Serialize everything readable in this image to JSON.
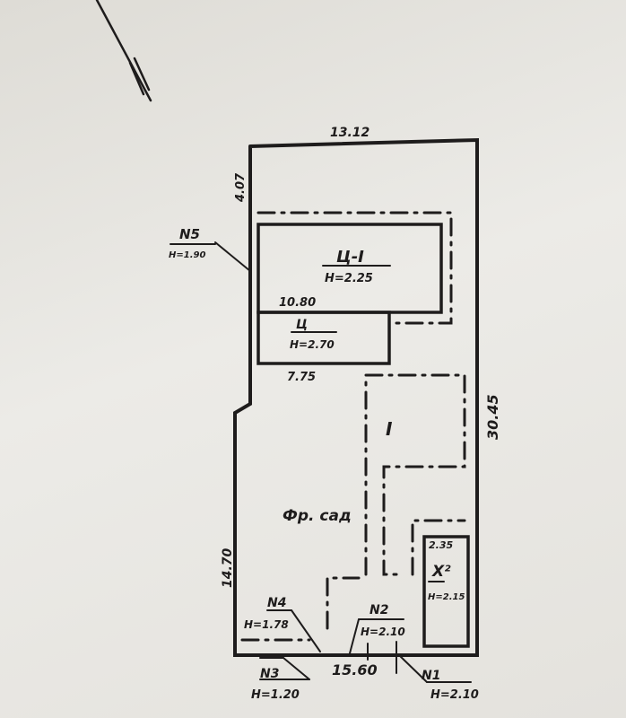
{
  "plan": {
    "top_dimension": "13.12",
    "left_top_dimension": "4.07",
    "right_dimension": "30.45",
    "left_bottom_dimension": "14.70",
    "bottom_dimension": "15.60",
    "buildings": [
      {
        "label": "Ц-I",
        "height": "H=2.25",
        "length": "10.80"
      },
      {
        "label": "Ц",
        "height": "H=2.70",
        "length": "7.75"
      },
      {
        "label": "Х²",
        "height": "H=2.15",
        "length": "2.35"
      }
    ],
    "zone_label": "I",
    "garden_label": "Фр. сад",
    "gates": [
      {
        "label": "N1",
        "height": "H=2.10"
      },
      {
        "label": "N2",
        "height": "H=2.10"
      },
      {
        "label": "N3",
        "height": "H=1.20"
      },
      {
        "label": "N4",
        "height": "H=1.78"
      },
      {
        "label": "N5",
        "height": "H=1.90"
      }
    ]
  }
}
